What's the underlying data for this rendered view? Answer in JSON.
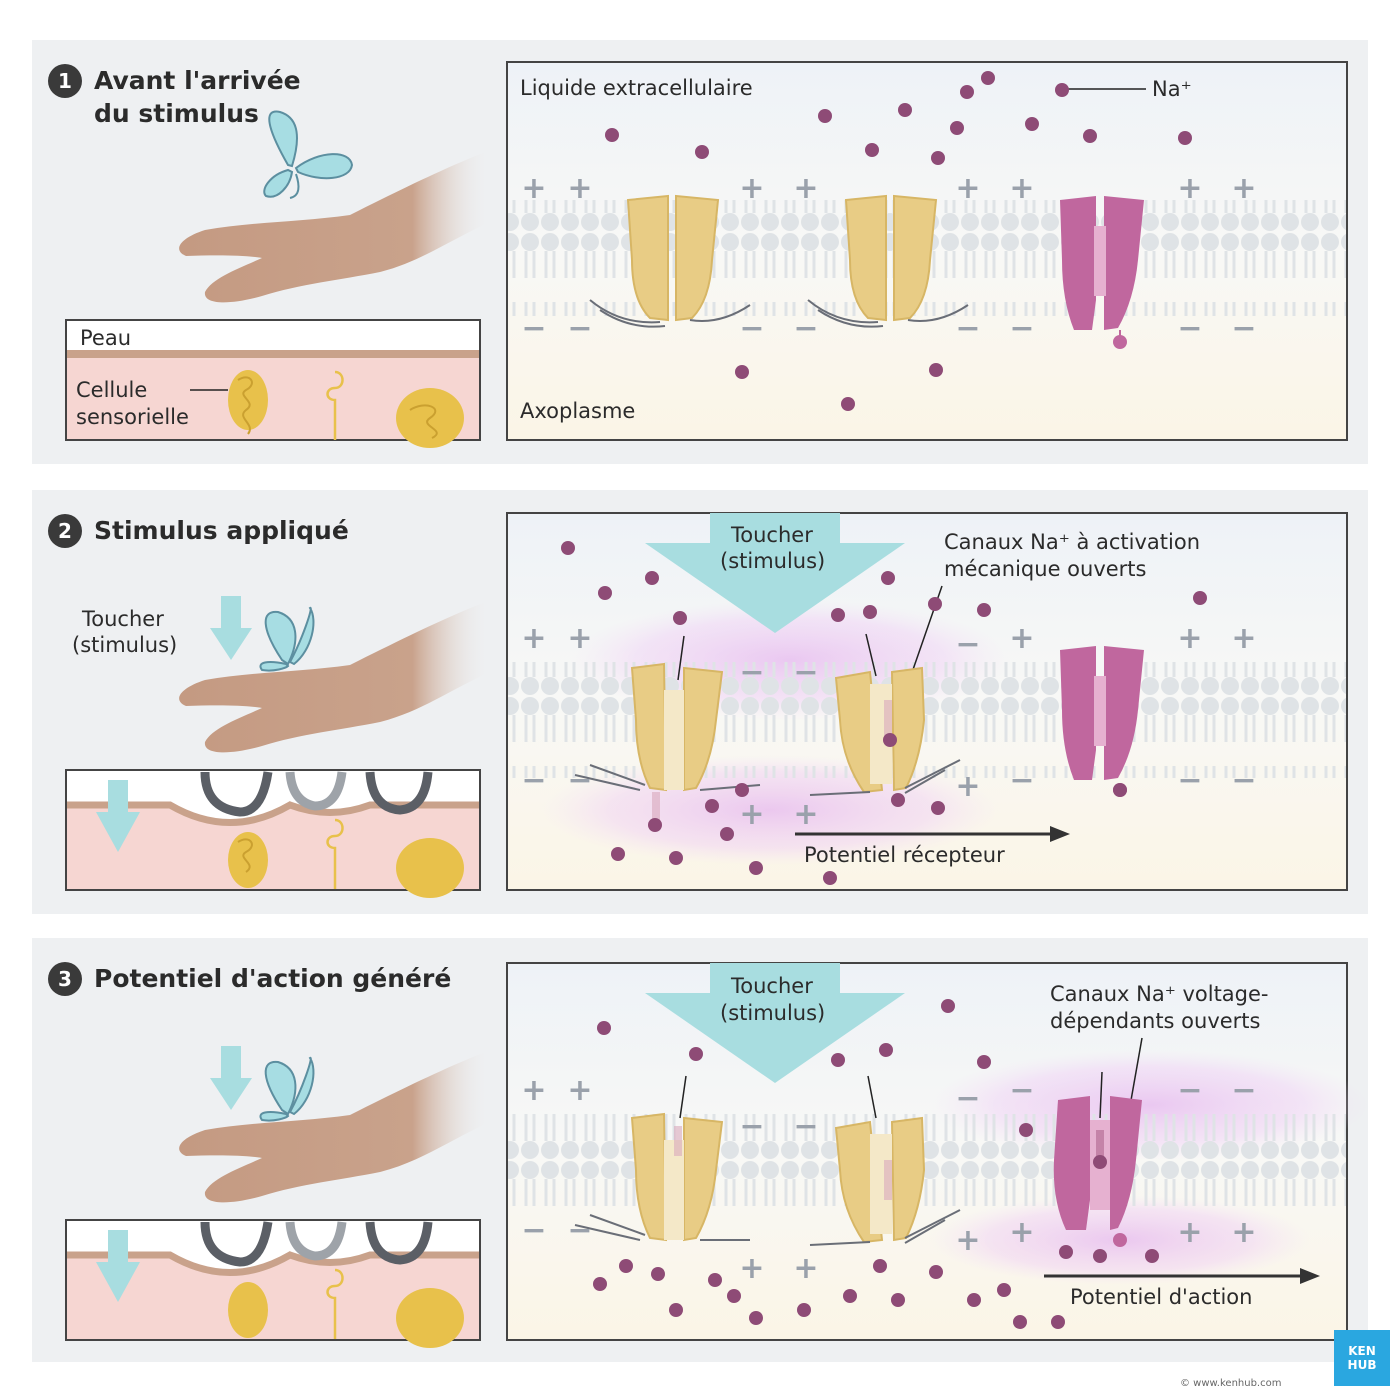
{
  "steps": [
    {
      "number": "1",
      "title": "Avant l'arrivée\ndu stimulus"
    },
    {
      "number": "2",
      "title": "Stimulus appliqué"
    },
    {
      "number": "3",
      "title": "Potentiel d'action généré"
    }
  ],
  "labels": {
    "peau": "Peau",
    "cellule_line1": "Cellule",
    "cellule_line2": "sensorielle",
    "liquide": "Liquide extracellulaire",
    "na": "Na⁺",
    "axoplasme": "Axoplasme",
    "toucher_line1": "Toucher",
    "toucher_line2": "(stimulus)",
    "canaux_meca_line1": "Canaux Na⁺ à activation",
    "canaux_meca_line2": "mécanique ouverts",
    "potentiel_recepteur": "Potentiel récepteur",
    "canaux_volt_line1": "Canaux Na⁺ voltage-",
    "canaux_volt_line2": "dépendants ouverts",
    "potentiel_action": "Potentiel d'action"
  },
  "brand": {
    "line1": "KEN",
    "line2": "HUB",
    "copyright": "© www.kenhub.com"
  },
  "colors": {
    "ion": "#8e4b76",
    "mech_channel": "#e8cc85",
    "volt_channel": "#c0679e",
    "arrow": "#a8dde0",
    "skin": "#f6d6d2",
    "hand": "#c49a82"
  }
}
